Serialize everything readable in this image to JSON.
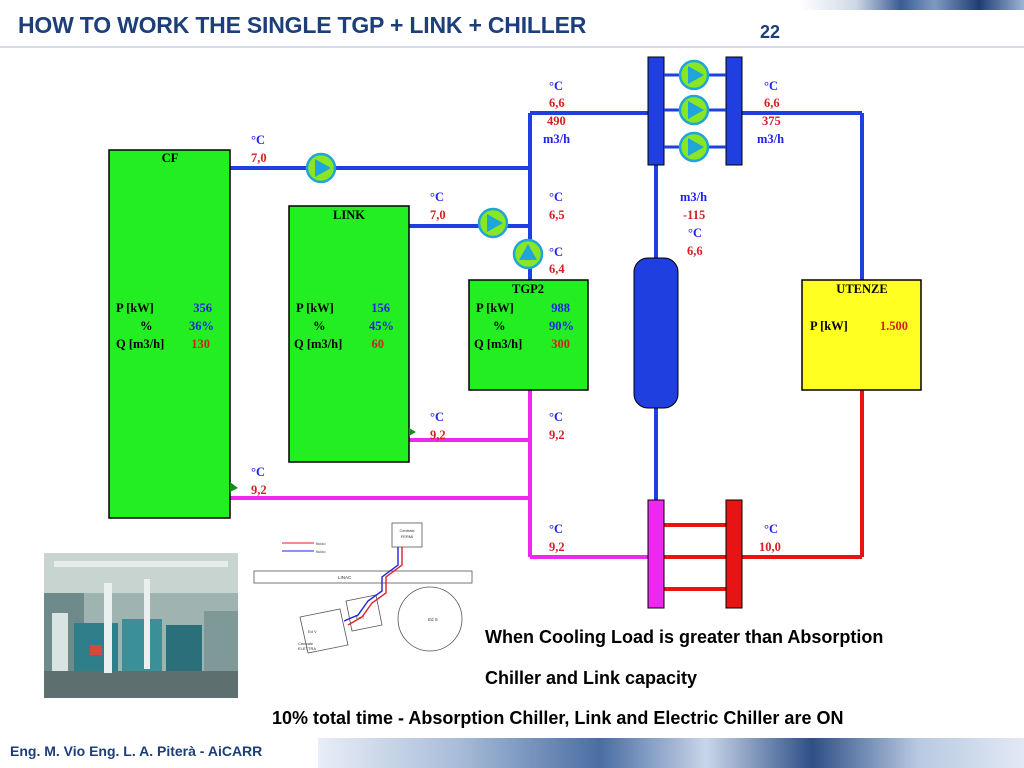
{
  "slide": {
    "title": "HOW TO WORK THE SINGLE TGP + LINK + CHILLER",
    "page_number": "22",
    "footer": "Eng. M. Vio Eng. L. A. Piterà - AiCARR"
  },
  "diagram": {
    "units": {
      "celsius": "°C",
      "flow": "m3/h"
    },
    "cf": {
      "name": "CF",
      "rows": [
        {
          "label": "P [kW]",
          "value": "356"
        },
        {
          "label": "%",
          "value": "36%"
        },
        {
          "label": "Q [m3/h]",
          "value": "130"
        }
      ],
      "supply_temp": "7,0",
      "return_temp": "9,2"
    },
    "link": {
      "name": "LINK",
      "rows": [
        {
          "label": "P [kW]",
          "value": "156"
        },
        {
          "label": "%",
          "value": "45%"
        },
        {
          "label": "Q [m3/h]",
          "value": "60"
        }
      ],
      "supply_temp": "7,0",
      "return_temp": "9,2"
    },
    "tgp2": {
      "name": "TGP2",
      "rows": [
        {
          "label": "P [kW]",
          "value": "988"
        },
        {
          "label": "%",
          "value": "90%"
        },
        {
          "label": "Q [m3/h]",
          "value": "300"
        }
      ],
      "supply_temp": "6,5",
      "inlet_temp": "6,4",
      "return_temp": "9,2"
    },
    "utenze": {
      "name": "UTENZE",
      "rows": [
        {
          "label": "P [kW]",
          "value": "1.500"
        }
      ]
    },
    "header_left": {
      "temp": "6,6",
      "flow": "490"
    },
    "header_right": {
      "temp": "6,6",
      "flow": "375"
    },
    "bypass": {
      "flow": "-115",
      "temp": "6,6"
    },
    "return_main": {
      "temp": "9,2"
    },
    "return_hot": {
      "temp": "10,0"
    },
    "colors": {
      "supply": "#1f3fe0",
      "return": "#ee28ee",
      "hot_return": "#e81414",
      "machine": "#22ee22",
      "users": "#ffff22",
      "pump": "#88e622",
      "pump_ring": "#1fa5d8",
      "value_red": "#d42020",
      "value_blue": "#2222ee"
    }
  },
  "captions": {
    "line1": "When Cooling Load is greater than Absorption",
    "line2": "Chiller and Link capacity",
    "line3": "10% total time -  Absorption Chiller, Link and Electric Chiller are ON"
  },
  "plan": {
    "fluid_label": "fluido",
    "fluid_label2": "fluido",
    "centrale_fermi": [
      "Centrale",
      "FERMI"
    ],
    "linac": "LINAC",
    "ed_s": "Ed S",
    "ed_v": "Ed V",
    "ed_t": "Ed T",
    "centrale_elettra": [
      "Centrale",
      "ELETTRA"
    ]
  }
}
